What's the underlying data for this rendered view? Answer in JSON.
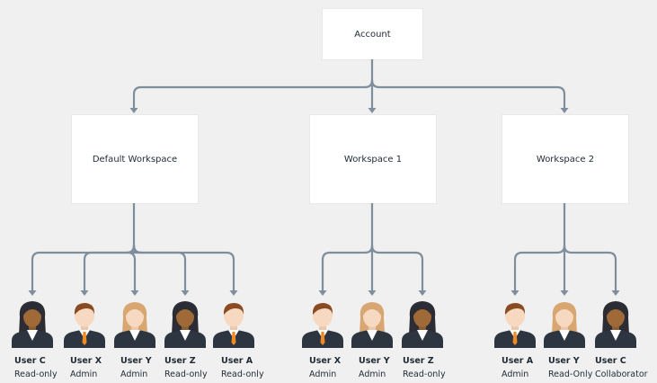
{
  "root": {
    "label": "Account"
  },
  "workspaces": [
    {
      "label": "Default Workspace",
      "users": [
        {
          "name": "User C",
          "role": "Read-only",
          "avatar": "female-dark"
        },
        {
          "name": "User X",
          "role": "Admin",
          "avatar": "male-light"
        },
        {
          "name": "User Y",
          "role": "Admin",
          "avatar": "female-blonde"
        },
        {
          "name": "User Z",
          "role": "Read-only",
          "avatar": "female-dark"
        },
        {
          "name": "User A",
          "role": "Read-only",
          "avatar": "male-light"
        }
      ]
    },
    {
      "label": "Workspace 1",
      "users": [
        {
          "name": "User X",
          "role": "Admin",
          "avatar": "male-light"
        },
        {
          "name": "User Y",
          "role": "Admin",
          "avatar": "female-blonde"
        },
        {
          "name": "User Z",
          "role": "Read-only",
          "avatar": "female-dark"
        }
      ]
    },
    {
      "label": "Workspace 2",
      "users": [
        {
          "name": "User A",
          "role": "Admin",
          "avatar": "male-light"
        },
        {
          "name": "User Y",
          "role": "Read-Only",
          "avatar": "female-blonde"
        },
        {
          "name": "User C",
          "role": "Collaborator",
          "avatar": "female-dark"
        }
      ]
    }
  ],
  "colors": {
    "background": "#f0f0f0",
    "node": "#ffffff",
    "connector": "#7f8e9c",
    "text": "#1f2a35",
    "suit": "#2d3640",
    "tie": "#f08a24"
  }
}
